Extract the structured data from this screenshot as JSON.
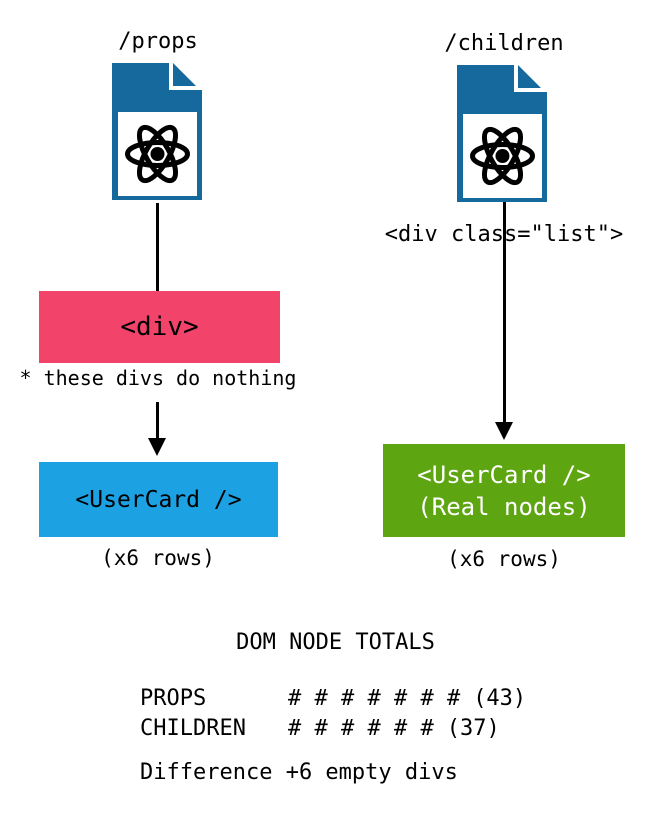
{
  "colors": {
    "doc_blue": "#15699C",
    "pink": "#F2436B",
    "cyan": "#1CA1E3",
    "green": "#5EA512",
    "line": "#000000",
    "text": "#000000",
    "box_text_light": "#FFFFFF"
  },
  "left": {
    "title": "/props",
    "file_icon": "react-file-icon",
    "div_label": "<div>",
    "note": "* these divs do nothing",
    "usercard_label": "<UserCard />",
    "rows_note": "(x6 rows)"
  },
  "right": {
    "title": "/children",
    "file_icon": "react-file-icon",
    "wrapper_label": "<div class=\"list\">",
    "usercard_label": "<UserCard />",
    "usercard_sublabel": "(Real nodes)",
    "rows_note": "(x6 rows)"
  },
  "totals": {
    "title": "DOM NODE TOTALS",
    "rows": [
      {
        "label": "PROPS",
        "bars": "# # # # # # #",
        "count": "(43)"
      },
      {
        "label": "CHILDREN",
        "bars": "# # # # # #",
        "count": "(37)"
      }
    ],
    "difference": "Difference +6 empty divs"
  }
}
